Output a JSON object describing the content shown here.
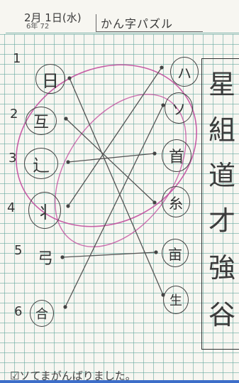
{
  "header": {
    "date_text": "2月 1日(水)",
    "sub_text": "6年 72",
    "title": "かん字パズル"
  },
  "left_items": [
    {
      "number": "1",
      "char": "日"
    },
    {
      "number": "2",
      "char": "互"
    },
    {
      "number": "3",
      "char": "辶"
    },
    {
      "number": "4",
      "char": "丬"
    },
    {
      "number": "5",
      "char": "弓"
    },
    {
      "number": "6",
      "char": "合"
    }
  ],
  "right_items": [
    {
      "char": "ハ"
    },
    {
      "char": "ソ"
    },
    {
      "char": "首"
    },
    {
      "char": "糸"
    },
    {
      "char": "亩"
    },
    {
      "char": "生"
    }
  ],
  "answers": [
    "星",
    "組",
    "道",
    "才",
    "強",
    "谷"
  ],
  "footer_text": "☑ソてまがんばりました。",
  "colors": {
    "pencil": "#555555",
    "pink_ink": "#c0449a",
    "grid": "#5aa096"
  }
}
